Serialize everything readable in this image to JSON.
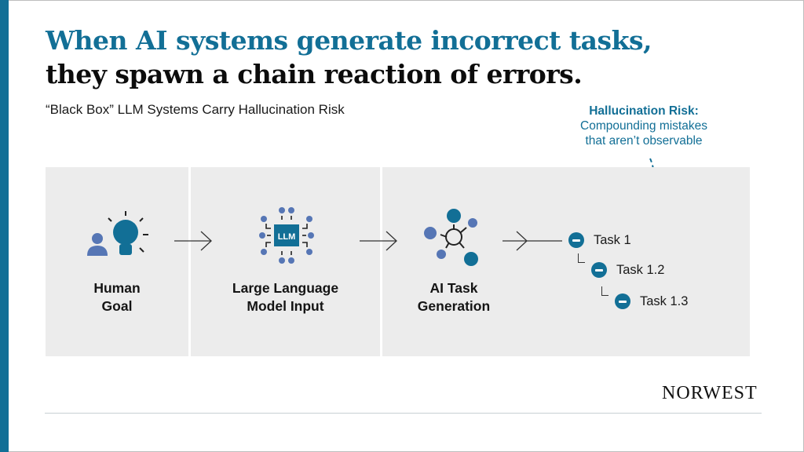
{
  "title": {
    "line1": "When AI systems generate incorrect tasks,",
    "line2": "they spawn a chain reaction of errors."
  },
  "subtitle": "“Black Box” LLM Systems Carry Hallucination Risk",
  "callout": {
    "heading": "Hallucination Risk:",
    "line1": "Compounding mistakes",
    "line2": "that aren’t observable"
  },
  "stages": [
    {
      "icon": "person-lightbulb-icon",
      "line1": "Human",
      "line2": "Goal"
    },
    {
      "icon": "llm-chip-icon",
      "chip_text": "LLM",
      "line1": "Large Language",
      "line2": "Model Input"
    },
    {
      "icon": "network-nodes-icon",
      "line1": "AI Task",
      "line2": "Generation"
    }
  ],
  "tasks": [
    {
      "label": "Task 1",
      "icon": "minus-circle-icon"
    },
    {
      "label": "Task 1.2",
      "icon": "minus-circle-icon"
    },
    {
      "label": "Task 1.3",
      "icon": "minus-circle-icon"
    }
  ],
  "brand": "NORWEST",
  "colors": {
    "accent": "#126f96",
    "secondary": "#5676b5",
    "panel": "#ececec"
  }
}
